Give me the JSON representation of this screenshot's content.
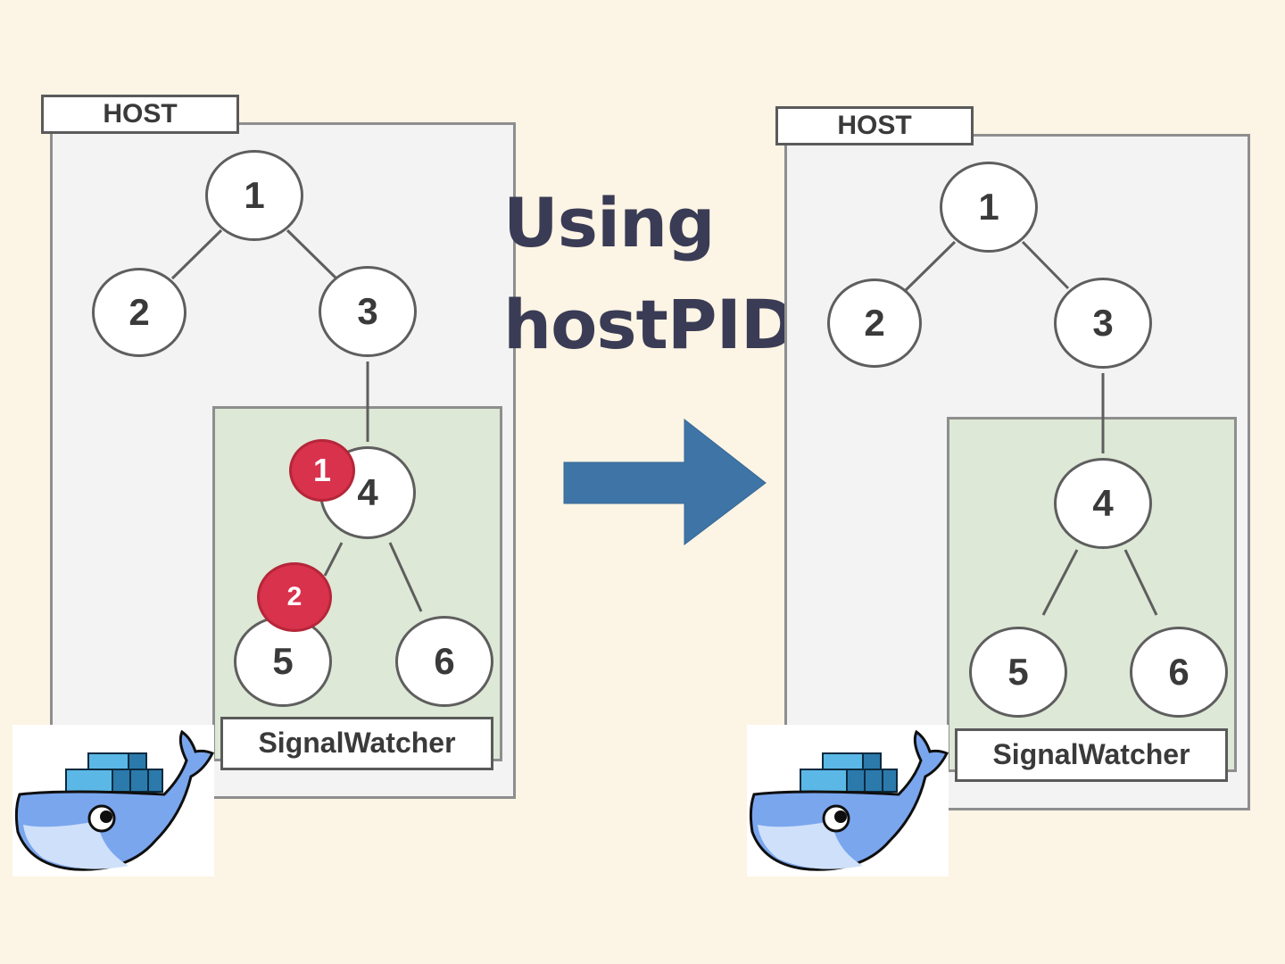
{
  "title": {
    "line1": "Using",
    "line2": "hostPID"
  },
  "colors": {
    "background": "#fcf4e4",
    "host_fill": "#f3f3f3",
    "container_fill": "#dde8d6",
    "badge": "#d9324c",
    "arrow": "#3f74a7",
    "title_text": "#3a3b55"
  },
  "left_panel": {
    "host_label": "HOST",
    "container_label": "SignalWatcher",
    "nodes": [
      "1",
      "2",
      "3",
      "4",
      "5",
      "6"
    ],
    "badges": [
      "1",
      "2"
    ],
    "logo": "docker-whale-icon"
  },
  "right_panel": {
    "host_label": "HOST",
    "container_label": "SignalWatcher",
    "nodes": [
      "1",
      "2",
      "3",
      "4",
      "5",
      "6"
    ],
    "logo": "docker-whale-icon"
  },
  "arrow": "right-arrow-icon"
}
